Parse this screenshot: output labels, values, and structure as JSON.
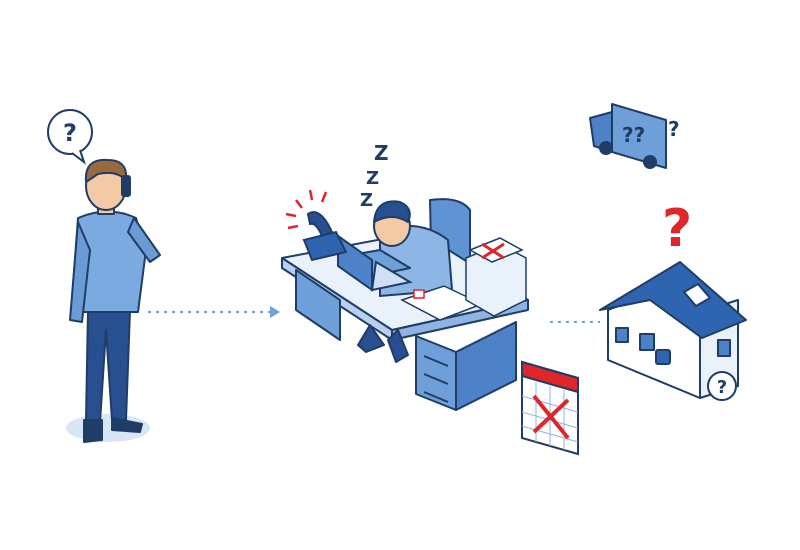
{
  "scene": {
    "caller_bubble_text": "?",
    "sleep_text": [
      "Z",
      "Z",
      "Z"
    ],
    "truck_text": "??",
    "truck_side_text": "?",
    "house_big_question": "?",
    "house_badge_text": "?"
  },
  "colors": {
    "outline": "#1f3d66",
    "blue_dark": "#2f64b0",
    "blue_mid": "#6f9fd8",
    "blue_light": "#cfe0f5",
    "alert_red": "#e0262b",
    "skin": "#f3c9a6",
    "hair": "#9a6a3f"
  }
}
